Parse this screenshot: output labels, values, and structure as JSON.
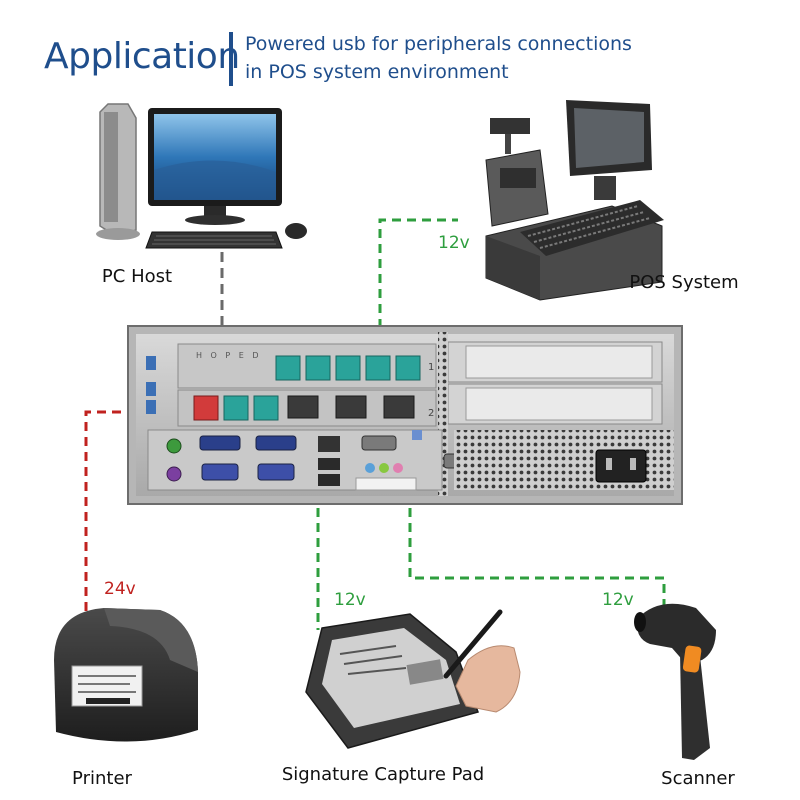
{
  "header": {
    "title": "Application",
    "subtitle_line1": "Powered usb  for peripherals connections",
    "subtitle_line2": "in POS system environment"
  },
  "devices": {
    "pc_host": "PC Host",
    "pos_system": "POS System",
    "printer": "Printer",
    "signature_pad": "Signature Capture Pad",
    "scanner": "Scanner"
  },
  "voltages": {
    "pos": "12v",
    "printer": "24v",
    "signature_pad": "12v",
    "scanner": "12v"
  },
  "rear_panel": {
    "slot_labels": [
      "1",
      "2"
    ],
    "port_label": "H O P E D"
  },
  "colors": {
    "title": "#1f4e8c",
    "line_12v": "#2e9e3e",
    "line_24v": "#c0221f",
    "line_data": "#6a6a6a",
    "powered_usb_teal": "#2aa39a",
    "powered_usb_red": "#d23b3b"
  }
}
